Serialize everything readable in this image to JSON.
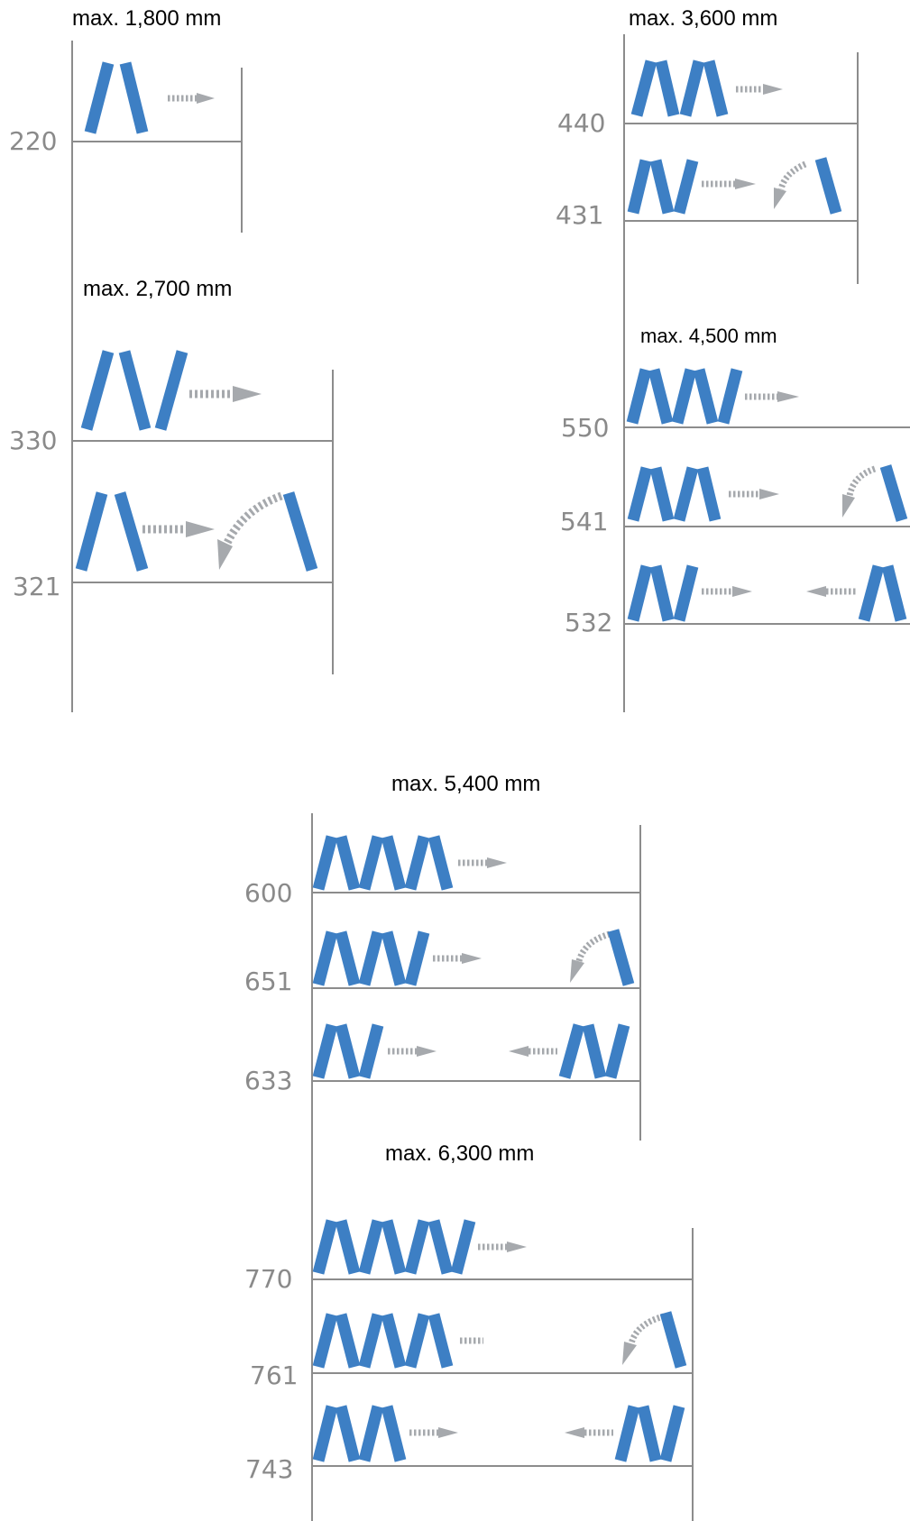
{
  "groups": [
    {
      "title": "max. 1,800 mm",
      "codes": [
        "220"
      ]
    },
    {
      "title": "max. 2,700 mm",
      "codes": [
        "330",
        "321"
      ]
    },
    {
      "title": "max. 3,600 mm",
      "codes": [
        "440",
        "431"
      ]
    },
    {
      "title": "max. 4,500 mm",
      "codes": [
        "550",
        "541",
        "532"
      ]
    },
    {
      "title": "max. 5,400 mm",
      "codes": [
        "600",
        "651",
        "633"
      ]
    },
    {
      "title": "max. 6,300 mm",
      "codes": [
        "770",
        "761",
        "743"
      ]
    }
  ],
  "colors": {
    "panel": "#3d7fc4",
    "arrow": "#a6a9ad",
    "frame": "#8c8c8c",
    "code_text": "#8a8a8a"
  },
  "icons": {
    "panel": "folding-panel-icon",
    "slide": "slide-arrow-icon",
    "swing": "swing-arrow-icon"
  }
}
